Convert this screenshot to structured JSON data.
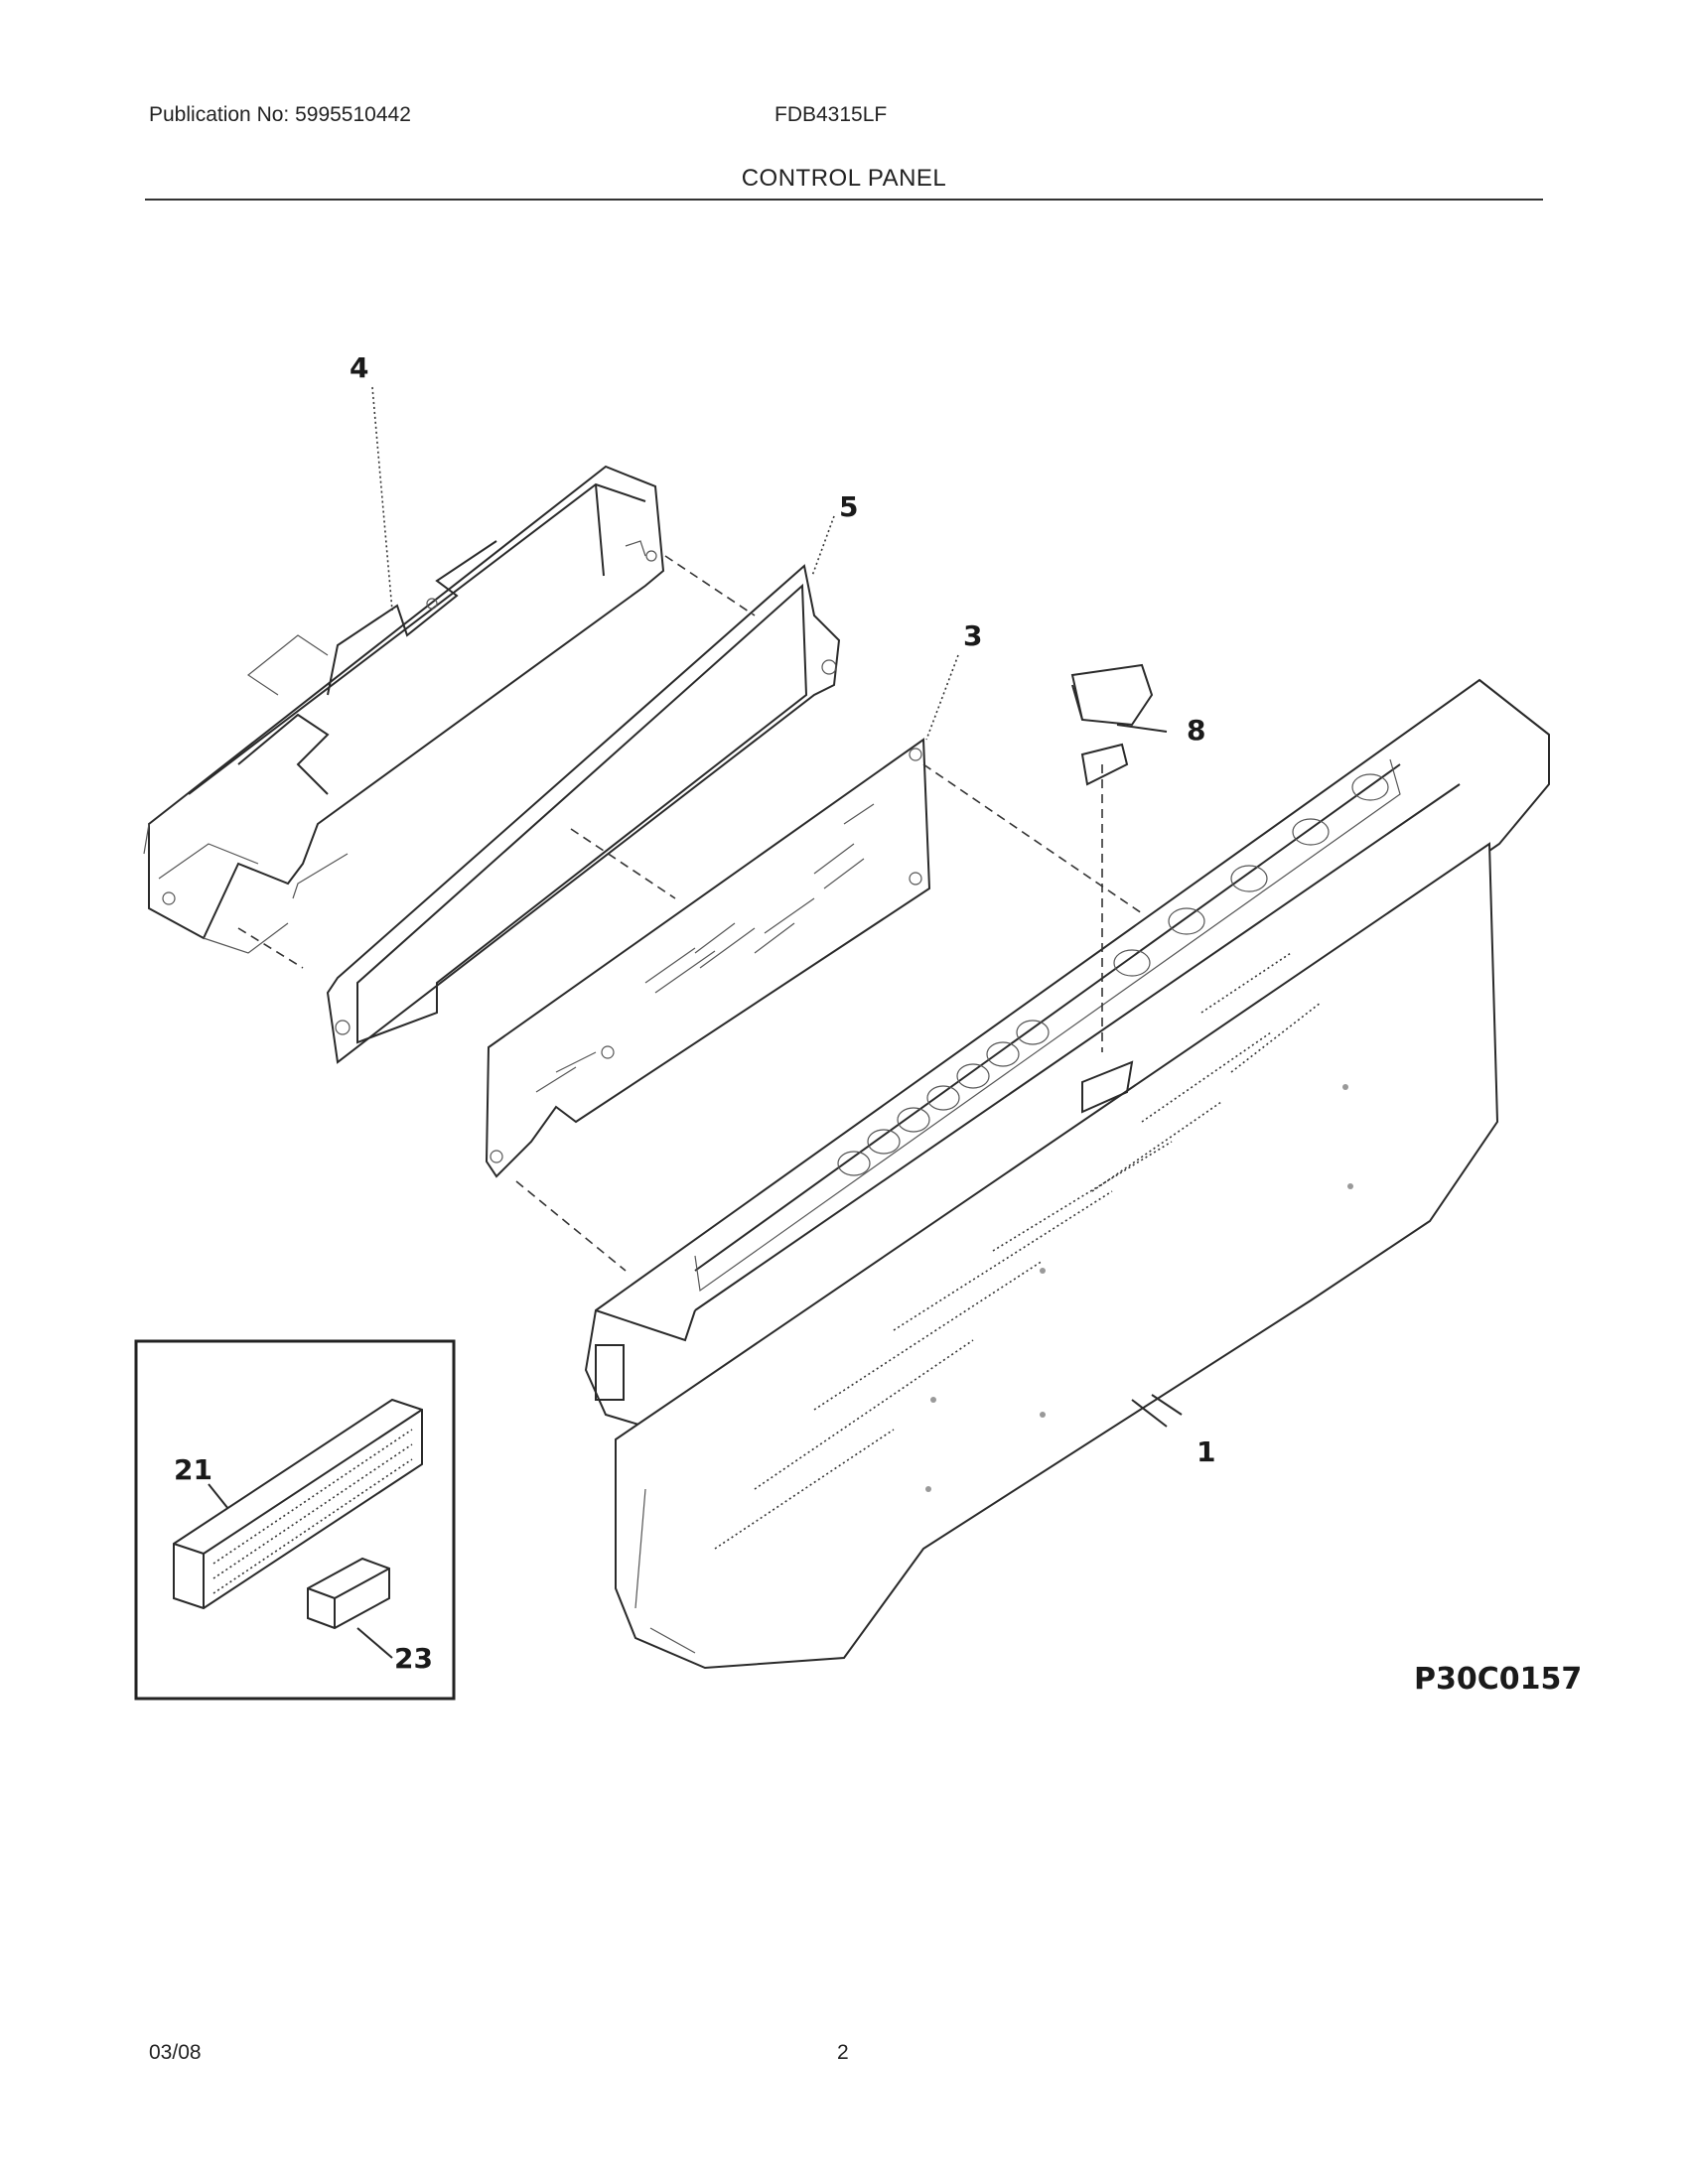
{
  "header": {
    "publication": "Publication No: 5995510442",
    "model": "FDB4315LF",
    "section_title": "CONTROL PANEL"
  },
  "callouts": {
    "p1": "1",
    "p3": "3",
    "p4": "4",
    "p5": "5",
    "p8": "8",
    "p21": "21",
    "p23": "23"
  },
  "reference_code": "P30C0157",
  "footer": {
    "date": "03/08",
    "page": "2"
  }
}
